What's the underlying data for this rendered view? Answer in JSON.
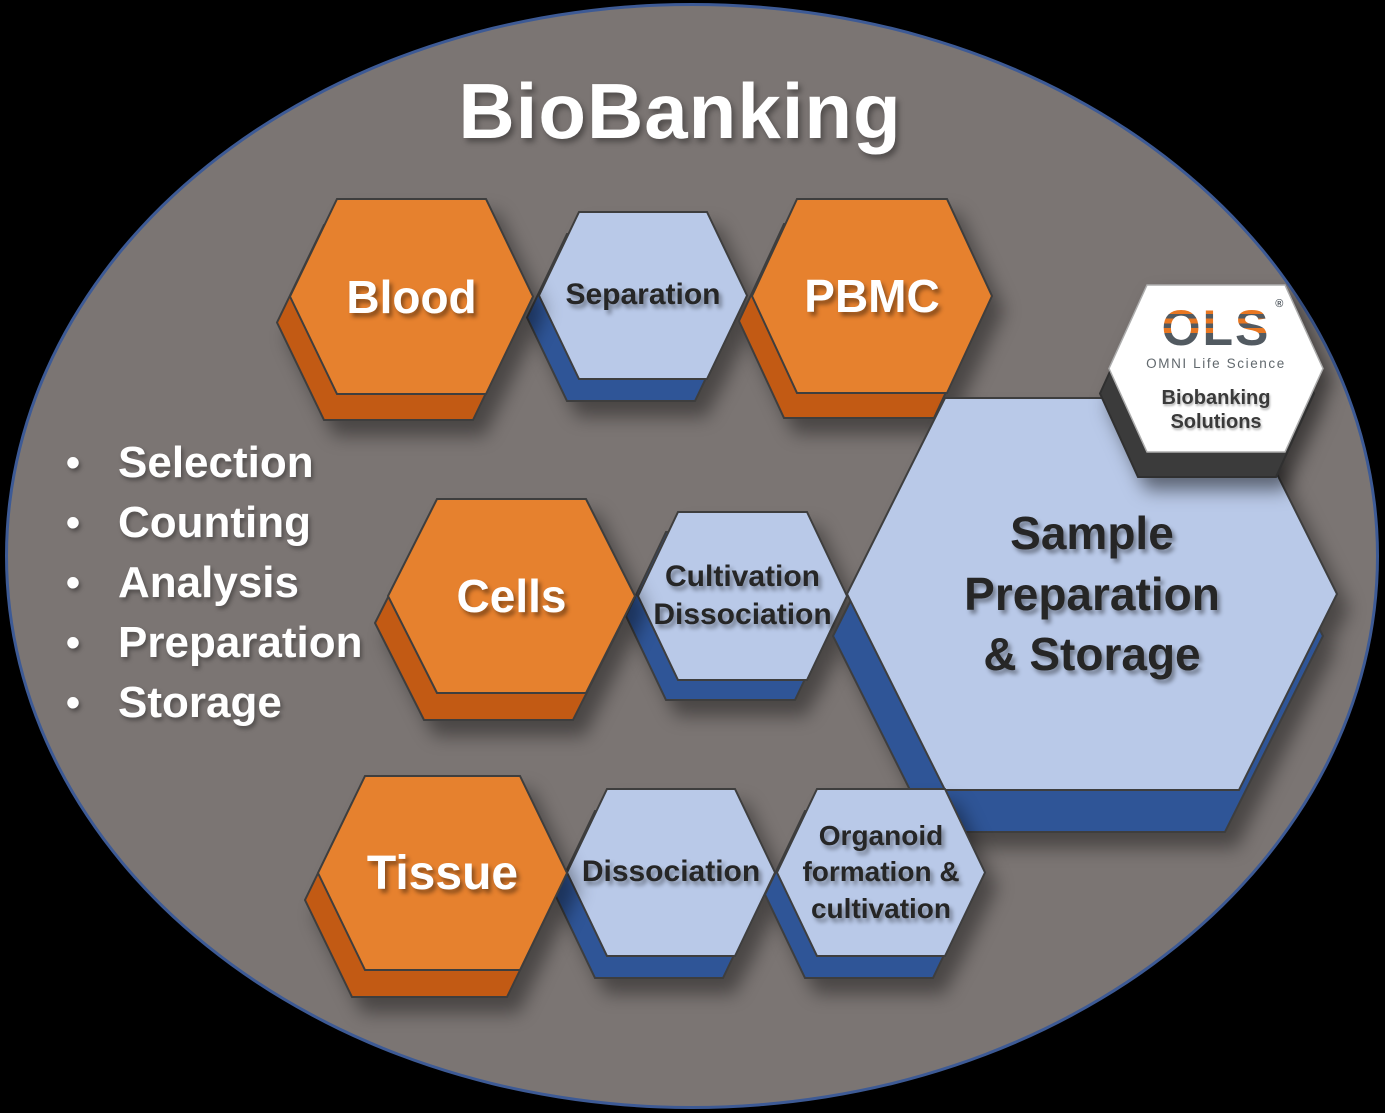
{
  "title": "BioBanking",
  "bullets": {
    "marker": "•",
    "items": [
      "Selection",
      "Counting",
      "Analysis",
      "Preparation",
      "Storage"
    ]
  },
  "hexagons": {
    "blood": {
      "label": "Blood",
      "kind": "sample",
      "fill": "#E6812E"
    },
    "separation": {
      "label": "Separation",
      "kind": "process",
      "fill": "#B9C9E8"
    },
    "pbmc": {
      "label": "PBMC",
      "kind": "sample",
      "fill": "#E6812E"
    },
    "cells": {
      "label": "Cells",
      "kind": "sample",
      "fill": "#E6812E"
    },
    "cultivation_dissociation": {
      "label": "Cultivation\nDissociation",
      "kind": "process",
      "fill": "#B9C9E8"
    },
    "sample_preparation_storage": {
      "label": "Sample\nPreparation\n& Storage",
      "kind": "process",
      "fill": "#B9C9E8"
    },
    "tissue": {
      "label": "Tissue",
      "kind": "sample",
      "fill": "#E6812E"
    },
    "dissociation": {
      "label": "Dissociation",
      "kind": "process",
      "fill": "#B9C9E8"
    },
    "organoid": {
      "label": "Organoid\nformation &\ncultivation",
      "kind": "process",
      "fill": "#B9C9E8"
    }
  },
  "logo": {
    "brand": "OLS",
    "registered": "®",
    "subtitle": "OMNI Life Science",
    "caption": "Biobanking\nSolutions"
  },
  "colors": {
    "background_ellipse": "#7B7573",
    "ellipse_border": "#3D5A95",
    "orange_face": "#E6812E",
    "orange_side": "#C25A14",
    "blue_face": "#B9C9E8",
    "blue_side": "#2F5597",
    "white_face": "#FFFFFF",
    "dark_side": "#3B3B3B",
    "outline": "#3E3E3E",
    "title_text": "#FFFFFF",
    "label_dark": "#262626",
    "logo_orange": "#E87722",
    "logo_slate": "#525A61"
  }
}
